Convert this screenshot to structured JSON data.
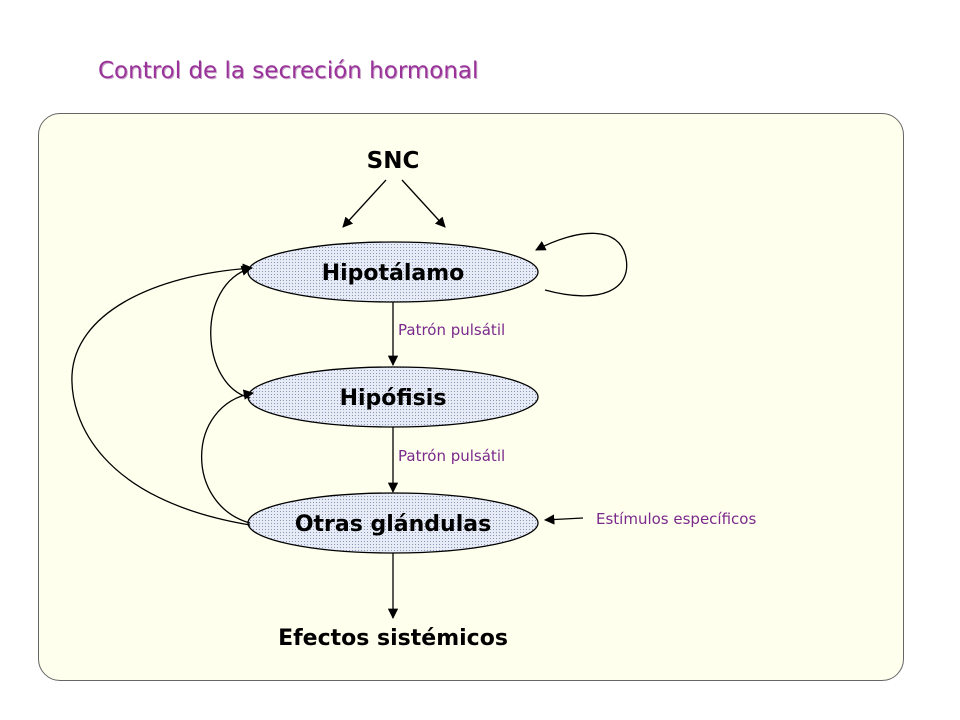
{
  "title": "Control de la secreción hormonal",
  "top_node": "SNC",
  "nodes": {
    "hipotalamo": "Hipotálamo",
    "hipofisis": "Hipófisis",
    "otras": "Otras glándulas"
  },
  "edge_labels": {
    "hipotalamo_hipofisis": "Patrón pulsátil",
    "hipofisis_otras": "Patrón pulsátil",
    "estimulos": "Estímulos específicos"
  },
  "output_node": "Efectos sistémicos",
  "colors": {
    "title": "#993399",
    "panel_fill": "#ffffee",
    "node_fill": "#dde4f2",
    "edge_label": "#7a2a8c"
  }
}
